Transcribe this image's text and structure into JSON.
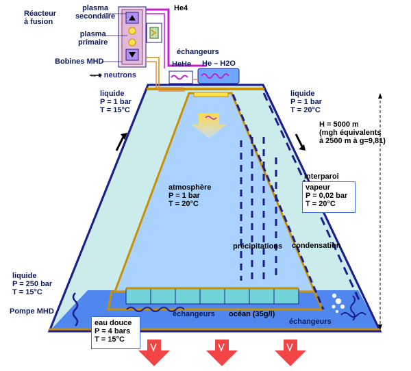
{
  "labels": {
    "reactor": "Réacteur\nà fusion",
    "plasma_secondary": "plasma\nsecondaire",
    "plasma_primary": "plasma\nprimaire",
    "mhd_coils": "Bobines MHD",
    "neutrons": "→ : neutrons",
    "he4": "He4",
    "exchangers_top": "échangeurs",
    "hehe": "HeHe",
    "he_h2o": "He – H2O",
    "liquid_left_top": "liquide\nP = 1 bar\nT = 15°C",
    "liquid_right_top": "liquide\nP = 1 bar\nT = 20°C",
    "height": "H = 5000 m\n(mgh équivalents\nà 2500 m à g=9,81)",
    "interwall": "interparoi",
    "vapor": "vapeur\nP = 0,02 bar\nT = 20°C",
    "atmosphere": "atmosphère\nP = 1 bar\nT = 20°C",
    "precipitations": "précipitations",
    "condensation": "condensation",
    "liquid_left_bottom": "liquide\nP = 250 bar\nT = 15°C",
    "mhd_pump": "Pompe MHD",
    "exchangers_bottom_mid": "échangeurs",
    "ocean": "océan (35g/l)",
    "exchangers_bottom_right": "échangeurs",
    "fresh_water": "eau douce\nP = 4 bars\nT = 15°C"
  },
  "colors": {
    "outer_fill": "#ccebeb",
    "inner_fill": "#a9d2ff",
    "water_fill": "#4f87ee",
    "frame": "#1b1e8c",
    "gold": "#c99000",
    "magenta": "#c21fc9",
    "heat_arrow": "#f24444"
  },
  "icons": {
    "heat_arrow": "infrared-heat-arrow-icon",
    "mhd_pump": "wavy-pipe-icon"
  }
}
